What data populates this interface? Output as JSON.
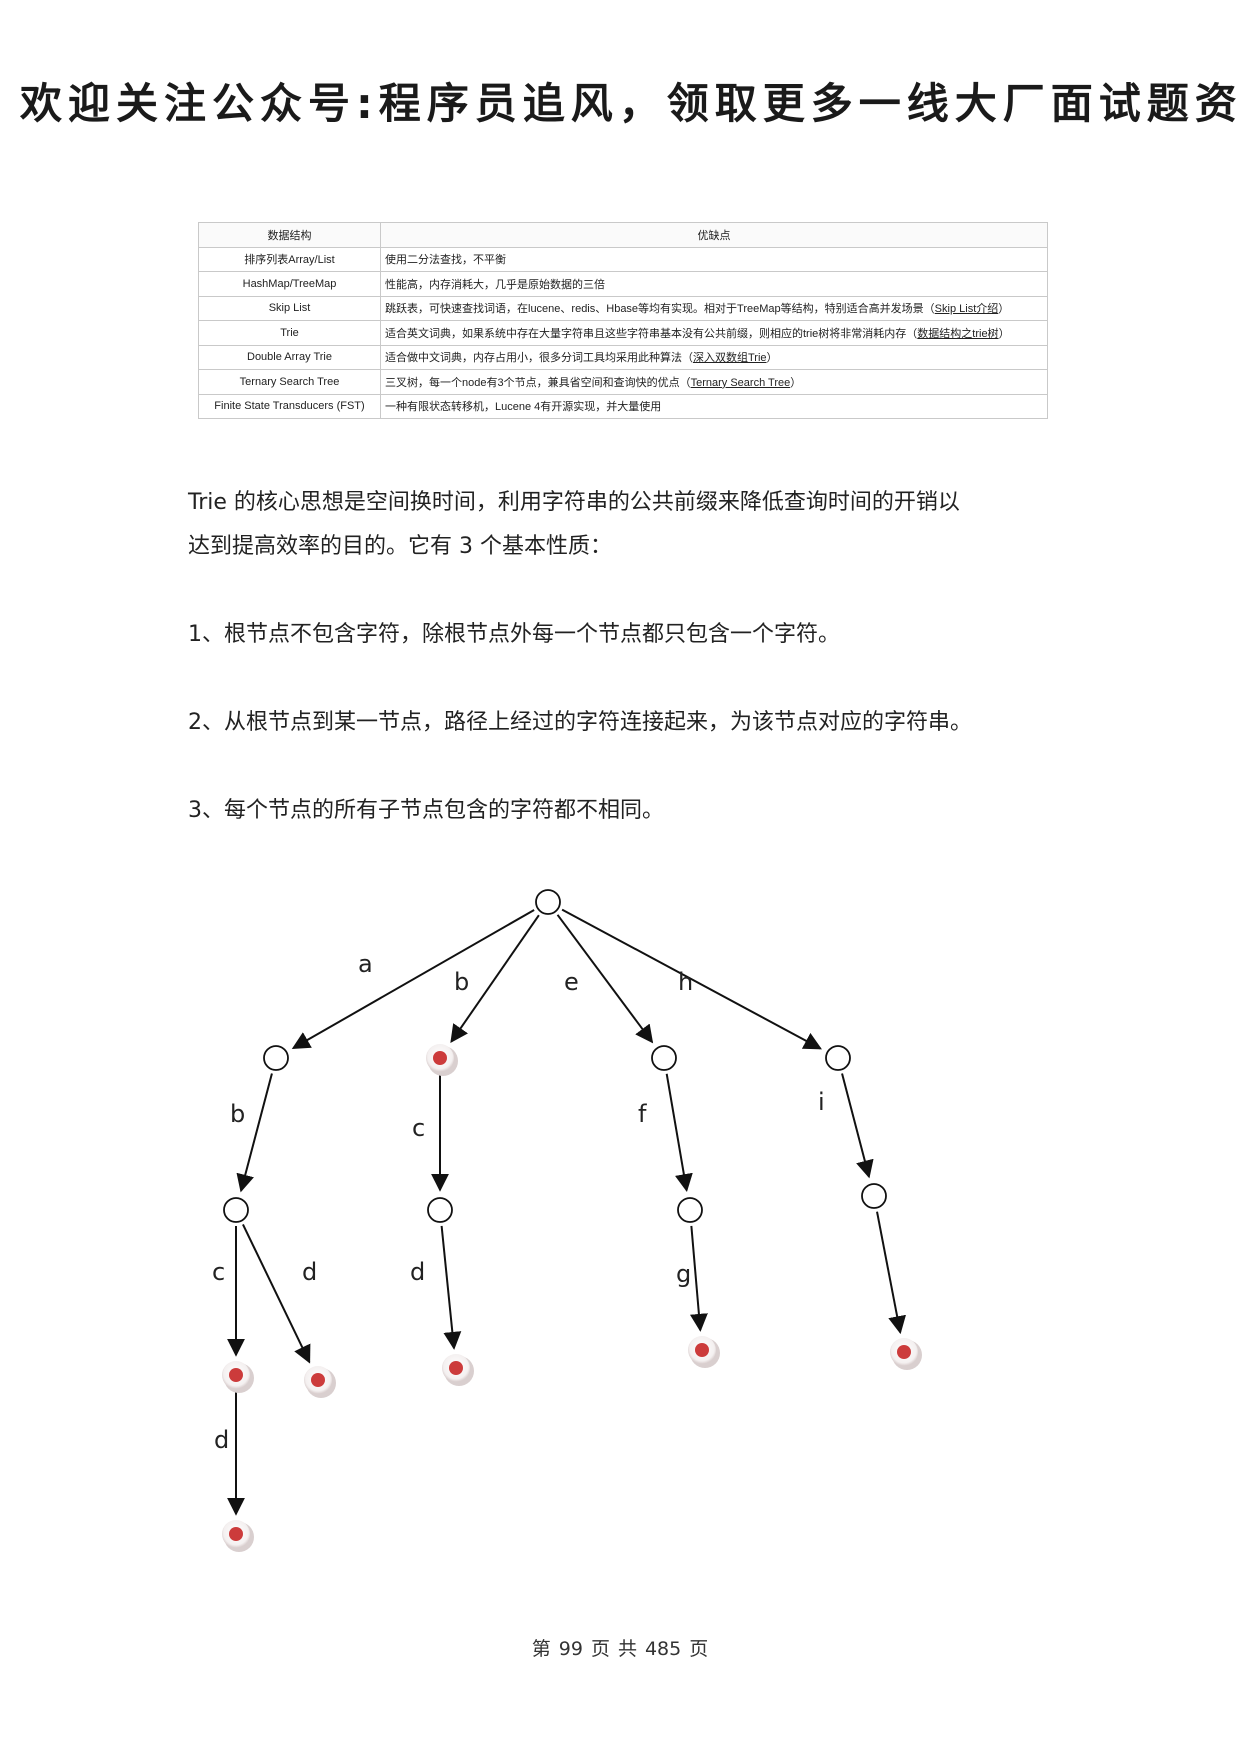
{
  "banner": "欢迎关注公众号:程序员追风，领取更多一线大厂面试题资料",
  "table": {
    "headers": [
      "数据结构",
      "优缺点"
    ],
    "rows": [
      {
        "name": "排序列表Array/List",
        "desc": "使用二分法查找，不平衡",
        "link": "",
        "tail": ""
      },
      {
        "name": "HashMap/TreeMap",
        "desc": "性能高，内存消耗大，几乎是原始数据的三倍",
        "link": "",
        "tail": ""
      },
      {
        "name": "Skip List",
        "desc": "跳跃表，可快速查找词语，在lucene、redis、Hbase等均有实现。相对于TreeMap等结构，特别适合高并发场景（",
        "link": "Skip List介绍",
        "tail": "）"
      },
      {
        "name": "Trie",
        "desc": "适合英文词典，如果系统中存在大量字符串且这些字符串基本没有公共前缀，则相应的trie树将非常消耗内存（",
        "link": "数据结构之trie树",
        "tail": "）"
      },
      {
        "name": "Double Array Trie",
        "desc": "适合做中文词典，内存占用小，很多分词工具均采用此种算法（",
        "link": "深入双数组Trie",
        "tail": "）"
      },
      {
        "name": "Ternary Search Tree",
        "desc": "三叉树，每一个node有3个节点，兼具省空间和查询快的优点（",
        "link": "Ternary Search Tree",
        "tail": "）"
      },
      {
        "name": "Finite State Transducers (FST)",
        "desc": "一种有限状态转移机，Lucene 4有开源实现，并大量使用",
        "link": "",
        "tail": ""
      }
    ]
  },
  "paragraphs": {
    "intro_line1": "Trie 的核心思想是空间换时间，利用字符串的公共前缀来降低查询时间的开销以",
    "intro_line2": "达到提高效率的目的。它有 3 个基本性质：",
    "prop1": "1、根节点不包含字符，除根节点外每一个节点都只包含一个字符。",
    "prop2": "2、从根节点到某一节点，路径上经过的字符连接起来，为该节点对应的字符串。",
    "prop3": "3、每个节点的所有子节点包含的字符都不相同。"
  },
  "trie": {
    "nodes": [
      {
        "id": "root",
        "terminal": false
      },
      {
        "id": "a",
        "terminal": false
      },
      {
        "id": "b",
        "terminal": true
      },
      {
        "id": "e",
        "terminal": false
      },
      {
        "id": "h",
        "terminal": false
      },
      {
        "id": "ab",
        "terminal": false
      },
      {
        "id": "bc",
        "terminal": false
      },
      {
        "id": "ef",
        "terminal": false
      },
      {
        "id": "hi",
        "terminal": false
      },
      {
        "id": "abc",
        "terminal": true
      },
      {
        "id": "abd",
        "terminal": true
      },
      {
        "id": "bcd",
        "terminal": true
      },
      {
        "id": "efg",
        "terminal": true
      },
      {
        "id": "hi_end",
        "terminal": true
      },
      {
        "id": "abcd",
        "terminal": true
      }
    ],
    "edges": [
      {
        "from": "root",
        "to": "a",
        "label": "a"
      },
      {
        "from": "root",
        "to": "b",
        "label": "b"
      },
      {
        "from": "root",
        "to": "e",
        "label": "e"
      },
      {
        "from": "root",
        "to": "h",
        "label": "h"
      },
      {
        "from": "a",
        "to": "ab",
        "label": "b"
      },
      {
        "from": "b",
        "to": "bc",
        "label": "c"
      },
      {
        "from": "e",
        "to": "ef",
        "label": "f"
      },
      {
        "from": "h",
        "to": "hi",
        "label": "i"
      },
      {
        "from": "ab",
        "to": "abc",
        "label": "c"
      },
      {
        "from": "ab",
        "to": "abd",
        "label": "d"
      },
      {
        "from": "bc",
        "to": "bcd",
        "label": "d"
      },
      {
        "from": "ef",
        "to": "efg",
        "label": "g"
      },
      {
        "from": "hi",
        "to": "hi_end",
        "label": ""
      },
      {
        "from": "abc",
        "to": "abcd",
        "label": "d"
      }
    ]
  },
  "footer": {
    "prefix": "第",
    "page": "99",
    "middle1": "页",
    "middle2": "共",
    "total": "485",
    "suffix": "页"
  }
}
